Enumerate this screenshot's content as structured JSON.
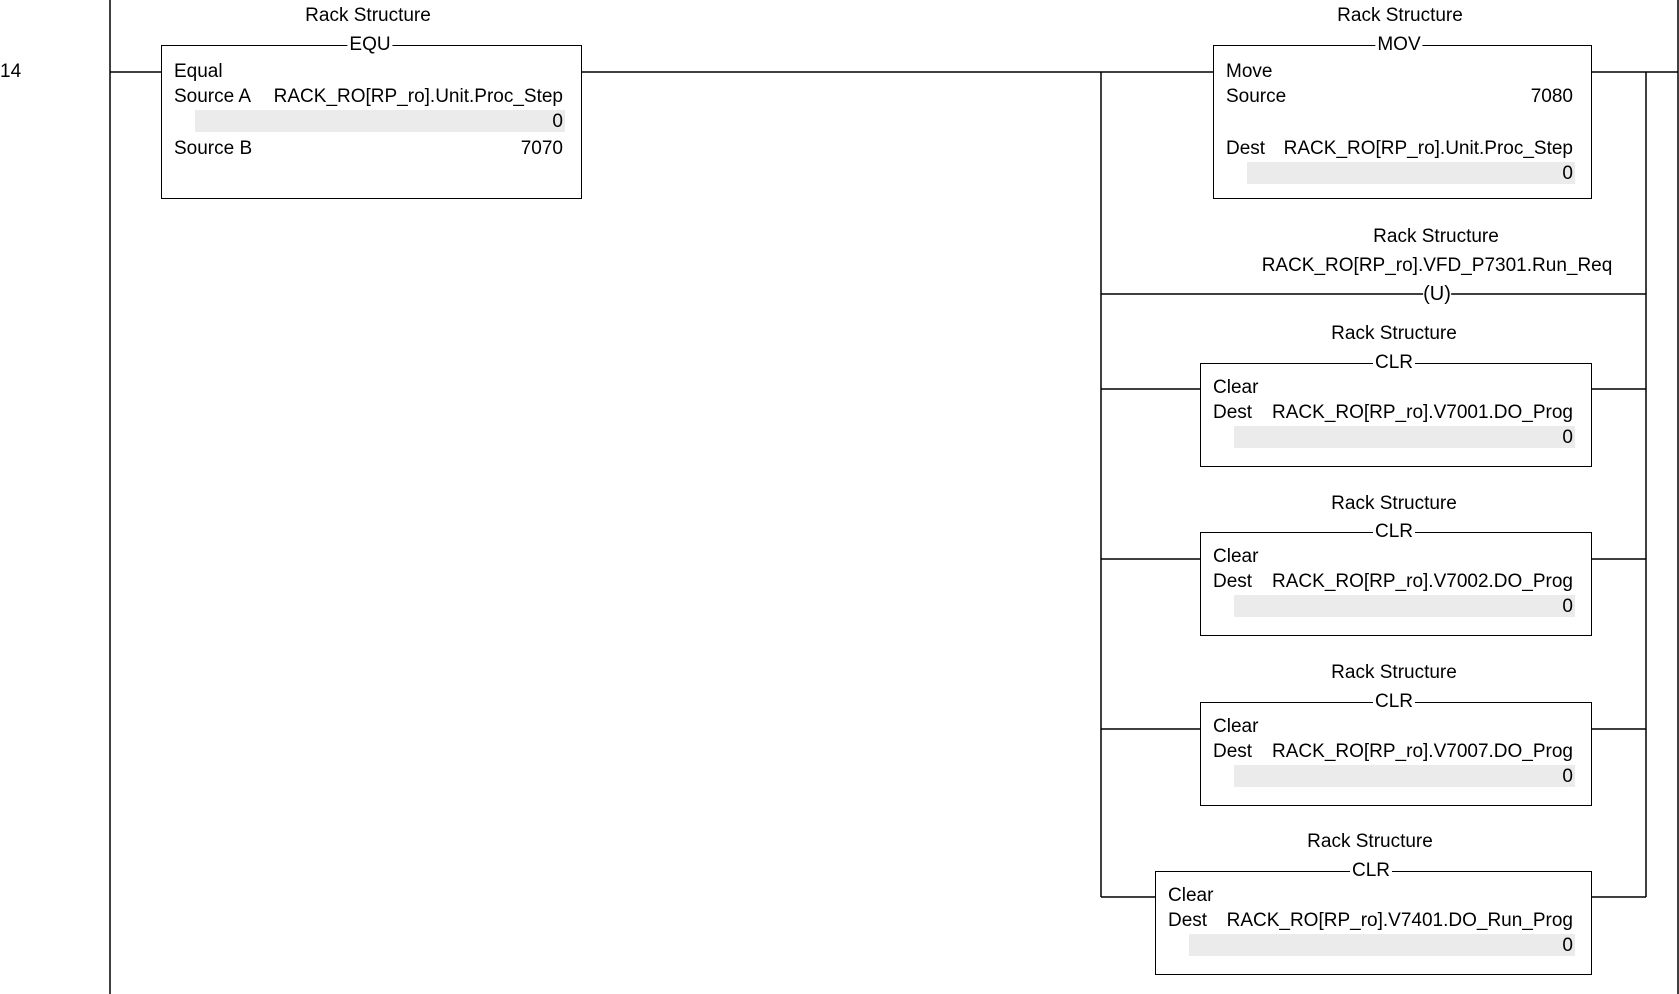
{
  "rung": {
    "number": "14"
  },
  "equ": {
    "label": "Rack Structure",
    "mnemonic": "EQU",
    "title": "Equal",
    "source_a_label": "Source A",
    "source_a_tag": "RACK_RO[RP_ro].Unit.Proc_Step",
    "source_a_value": "0",
    "source_b_label": "Source B",
    "source_b_value": "7070"
  },
  "mov": {
    "label": "Rack Structure",
    "mnemonic": "MOV",
    "title": "Move",
    "source_label": "Source",
    "source_value": "7080",
    "dest_label": "Dest",
    "dest_tag": "RACK_RO[RP_ro].Unit.Proc_Step",
    "dest_value": "0"
  },
  "unlatch": {
    "label": "Rack Structure",
    "tag": "RACK_RO[RP_ro].VFD_P7301.Run_Req",
    "symbol": "(U)"
  },
  "clr1": {
    "label": "Rack Structure",
    "mnemonic": "CLR",
    "title": "Clear",
    "dest_label": "Dest",
    "dest_tag": "RACK_RO[RP_ro].V7001.DO_Prog",
    "dest_value": "0"
  },
  "clr2": {
    "label": "Rack Structure",
    "mnemonic": "CLR",
    "title": "Clear",
    "dest_label": "Dest",
    "dest_tag": "RACK_RO[RP_ro].V7002.DO_Prog",
    "dest_value": "0"
  },
  "clr3": {
    "label": "Rack Structure",
    "mnemonic": "CLR",
    "title": "Clear",
    "dest_label": "Dest",
    "dest_tag": "RACK_RO[RP_ro].V7007.DO_Prog",
    "dest_value": "0"
  },
  "clr4": {
    "label": "Rack Structure",
    "mnemonic": "CLR",
    "title": "Clear",
    "dest_label": "Dest",
    "dest_tag": "RACK_RO[RP_ro].V7401.DO_Run_Prog",
    "dest_value": "0"
  }
}
